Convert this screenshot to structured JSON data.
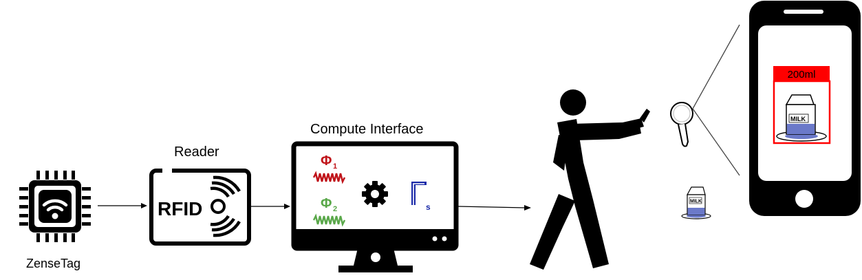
{
  "labels": {
    "tag": "ZenseTag",
    "reader": "Reader",
    "compute": "Compute Interface",
    "rfid": "RFID",
    "volume": "200ml",
    "milk": "MILK"
  },
  "compute_symbols": {
    "phi1_glyph": "Φ",
    "phi1_sub": "1",
    "phi2_glyph": "Φ",
    "phi2_sub": "2",
    "gamma_glyph": "Γ",
    "gamma_sub": "s"
  },
  "colors": {
    "phi1": "#c0141a",
    "phi2": "#5aa84a",
    "gamma": "#1a2aa8",
    "highlight": "#ff0000",
    "milk_blue": "#6b79c9"
  },
  "icons": [
    "chip-wifi-icon",
    "rfid-reader-icon",
    "monitor-icon",
    "gear-icon",
    "person-icon",
    "magnifier-icon",
    "smartphone-icon",
    "milk-carton-icon"
  ]
}
